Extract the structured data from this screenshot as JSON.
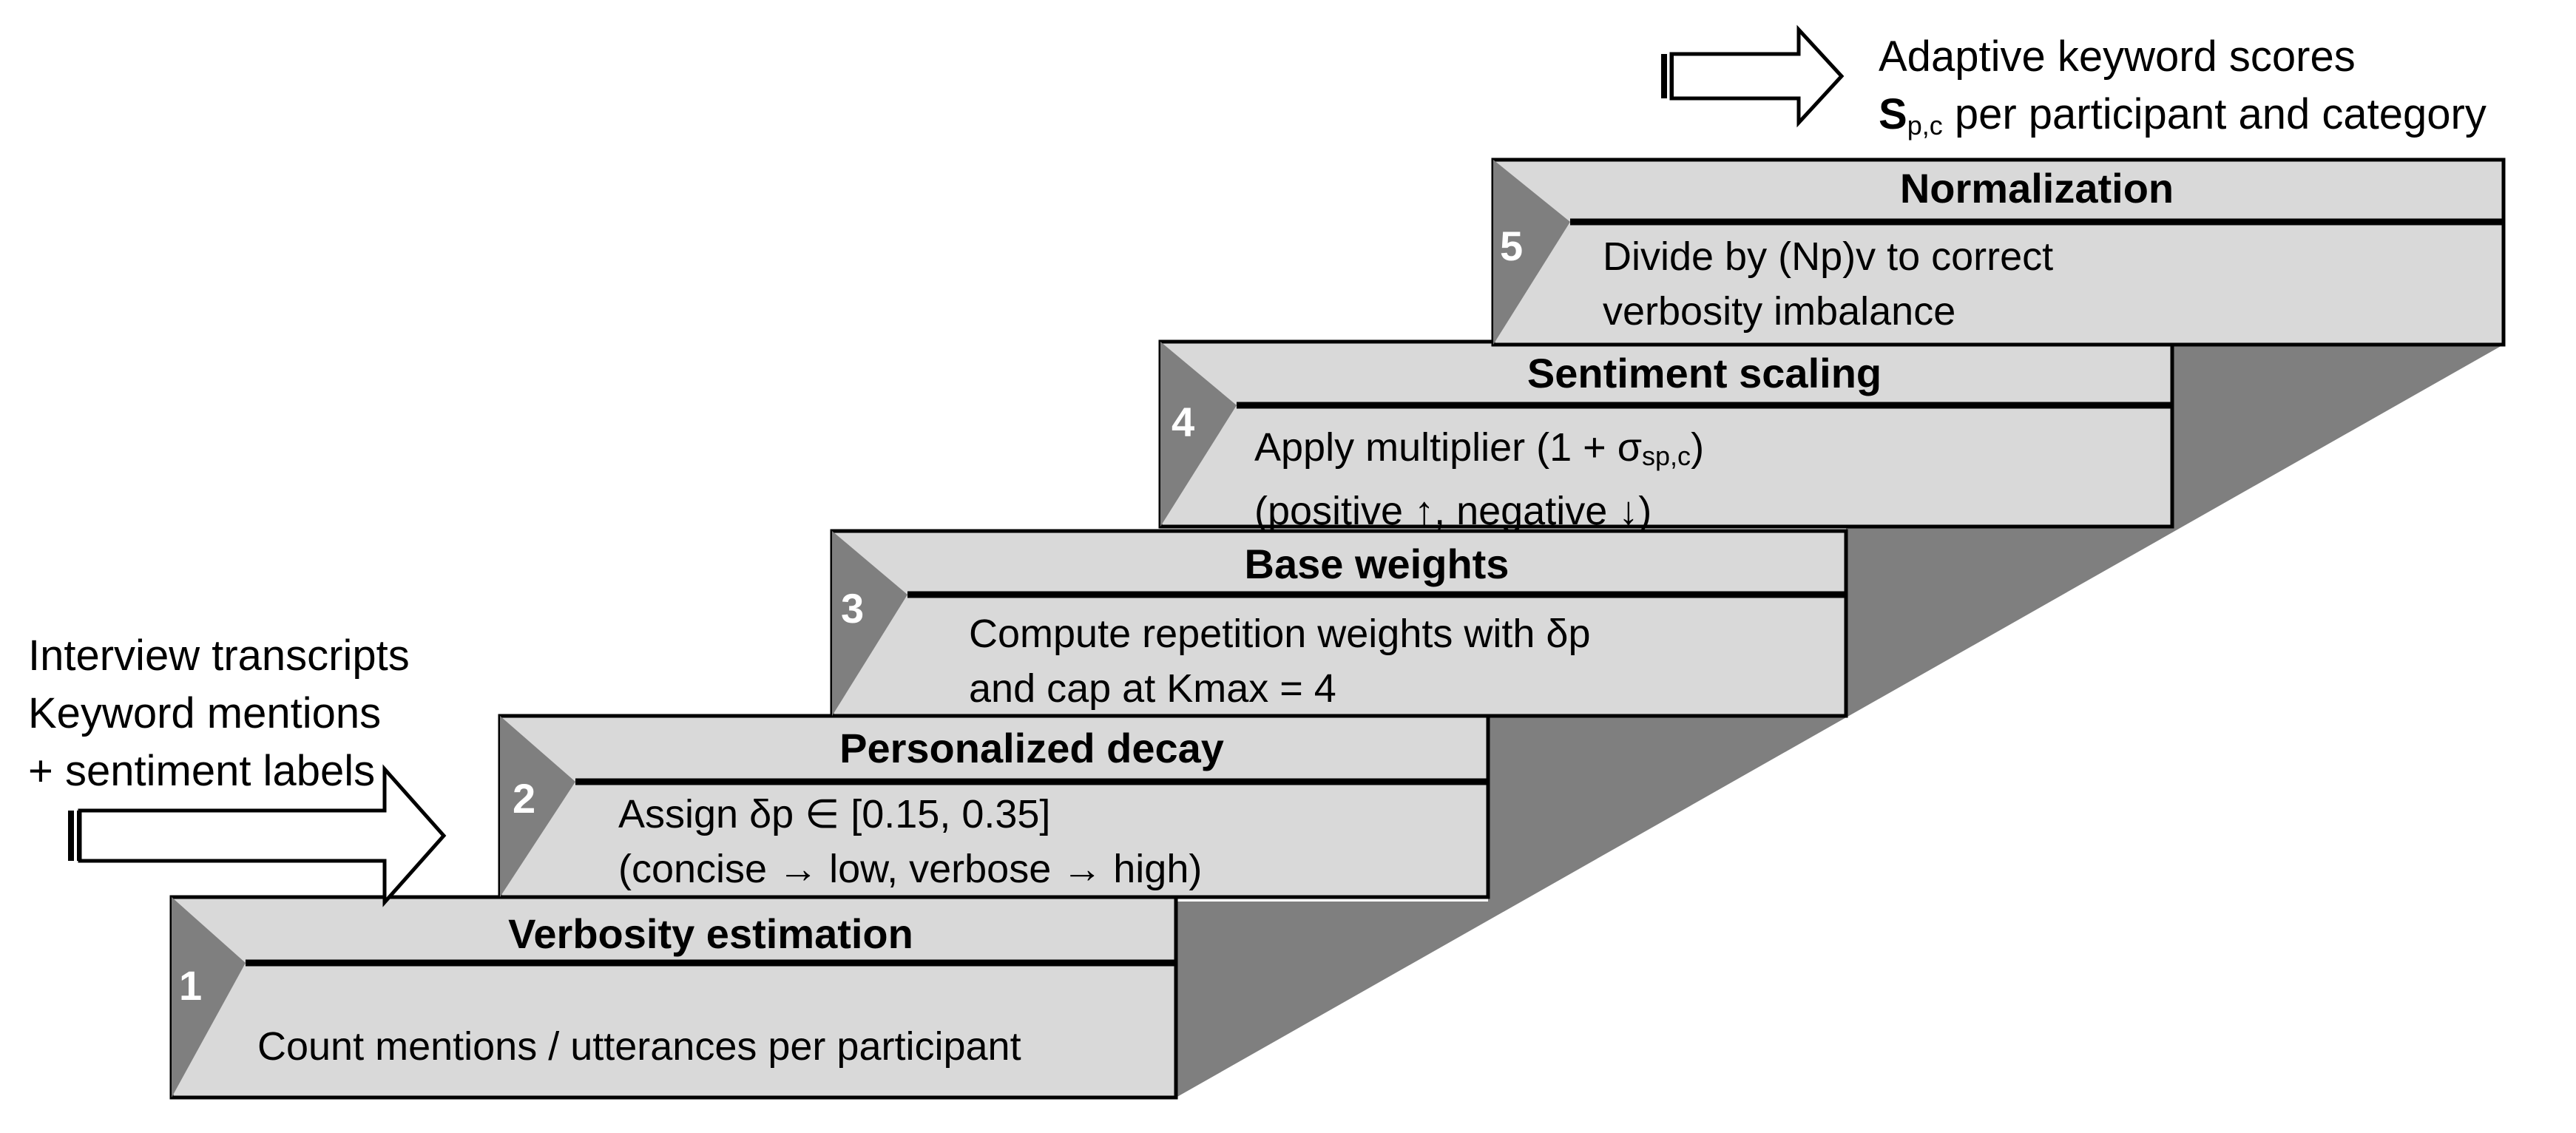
{
  "input": {
    "lines": [
      "Interview transcripts",
      "Keyword mentions",
      "+ sentiment labels"
    ]
  },
  "output": {
    "line1": "Adaptive keyword scores",
    "symbol": "S",
    "symbol_subscript": "p,c",
    "line2_rest": " per participant and category"
  },
  "steps": [
    {
      "number": "1",
      "title": "Verbosity estimation",
      "lines": [
        "Count mentions / utterances per participant"
      ]
    },
    {
      "number": "2",
      "title": "Personalized decay",
      "lines": [
        "Assign δp ∈ [0.15, 0.35]",
        "(concise → low, verbose → high)"
      ]
    },
    {
      "number": "3",
      "title": "Base weights",
      "lines": [
        "Compute repetition weights with δp",
        "and cap at Kmax = 4"
      ]
    },
    {
      "number": "4",
      "title": "Sentiment scaling",
      "line1_prefix": "Apply multiplier (1 + σ",
      "line1_subscript": "sp,c",
      "line1_suffix": ")",
      "line2": "(positive ↑, negative ↓)"
    },
    {
      "number": "5",
      "title": "Normalization",
      "lines": [
        "Divide by (Np)v to correct",
        "verbosity imbalance"
      ]
    }
  ],
  "colors": {
    "step_fill": "#d9d9d9",
    "number_tab": "#7f7f7f",
    "shadow": "#7f7f7f",
    "outline": "#000000",
    "arrow_fill": "#ffffff"
  }
}
